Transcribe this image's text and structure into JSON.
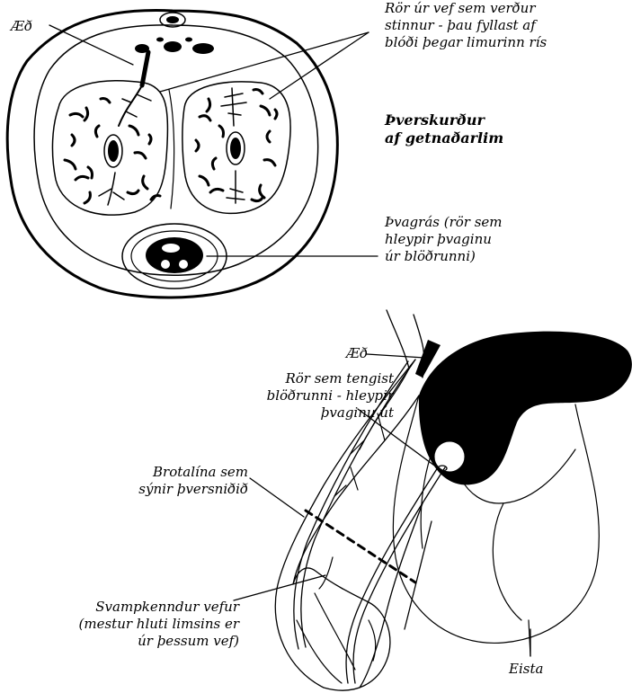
{
  "top_section": {
    "label_vein": "Æð",
    "label_tubes": [
      "Rör úr vef sem verður",
      "stinnur - þau fyllast af",
      "blóði þegar limurinn rís"
    ],
    "title": [
      "Þverskurður",
      "af getnaðarlim"
    ],
    "label_urethra": [
      "Þvagrás (rör sem",
      "hleypir þvaginu",
      "úr blöðrunni)"
    ]
  },
  "bottom_section": {
    "label_vein": "Æð",
    "label_tube": [
      "Rör sem tengist",
      "blöðrunni - hleypir",
      "þvaginu út"
    ],
    "label_cutline": [
      "Brotalína sem",
      "sýnir þversniðið"
    ],
    "label_spongy": [
      "Svampkenndur vefur",
      "(mestur hluti limsins er",
      "úr þessum vef)"
    ],
    "label_testis": "Eista"
  },
  "colors": {
    "ink": "#000000",
    "paper": "#ffffff"
  }
}
